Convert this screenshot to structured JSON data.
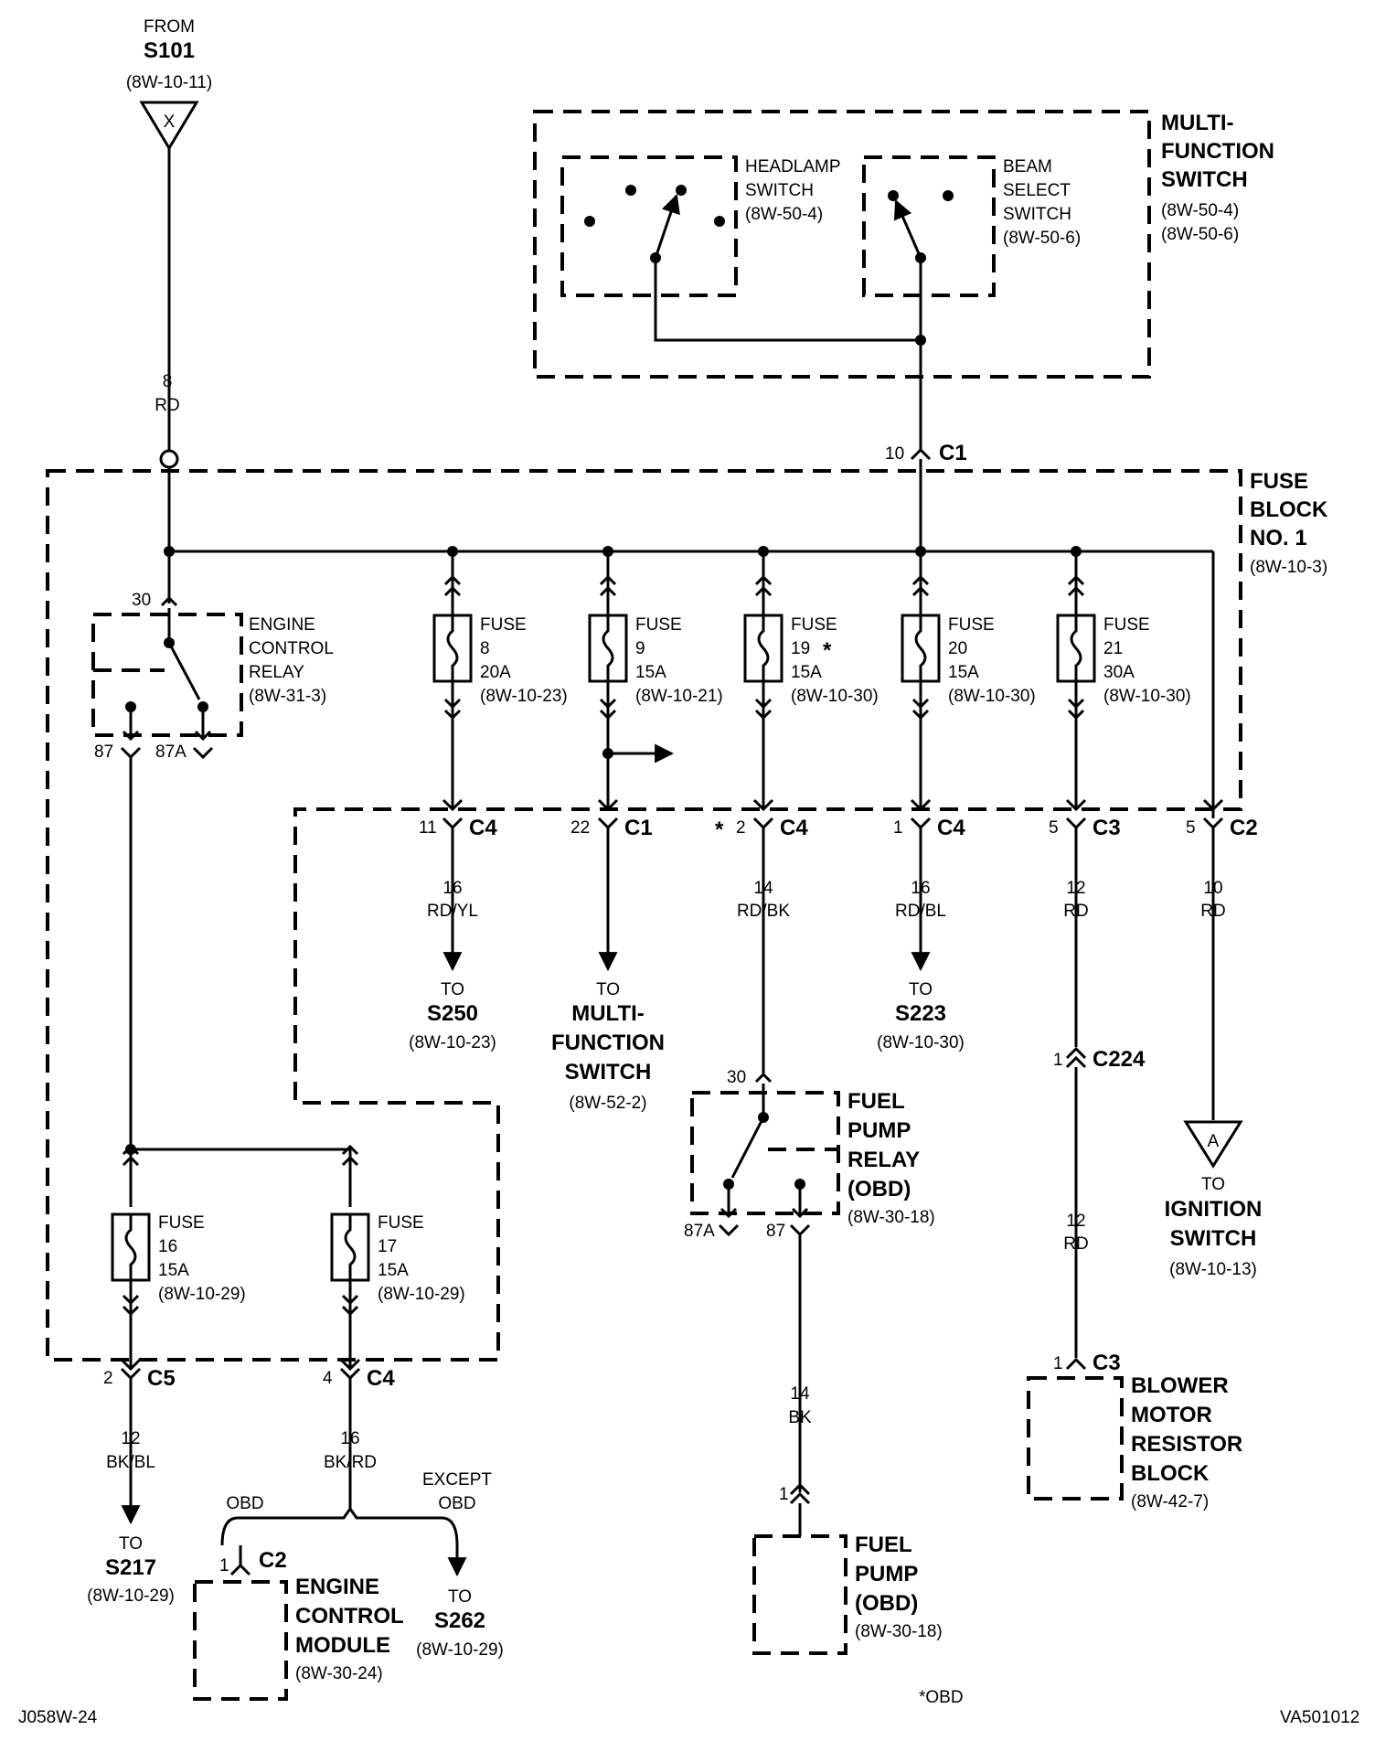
{
  "title": "",
  "source": {
    "from": "FROM",
    "splice": "S101",
    "ref": "(8W-10-11)",
    "symbol": "X",
    "wire_gauge": "8",
    "wire_color": "RD"
  },
  "multifunction_switch": {
    "label": [
      "MULTI-",
      "FUNCTION",
      "SWITCH"
    ],
    "refs": [
      "(8W-50-4)",
      "(8W-50-6)"
    ],
    "headlamp": [
      "HEADLAMP",
      "SWITCH",
      "(8W-50-4)"
    ],
    "beam": [
      "BEAM",
      "SELECT",
      "SWITCH",
      "(8W-50-6)"
    ],
    "conn_pin": "10",
    "conn": "C1"
  },
  "fuse_block": {
    "label": [
      "FUSE",
      "BLOCK",
      "NO. 1"
    ],
    "ref": "(8W-10-3)"
  },
  "ecm_relay": {
    "pin30": "30",
    "label": [
      "ENGINE",
      "CONTROL",
      "RELAY",
      "(8W-31-3)"
    ],
    "pin87": "87",
    "pin87a": "87A"
  },
  "fuses": [
    {
      "lines": [
        "FUSE",
        "8",
        "20A",
        "(8W-10-23)"
      ],
      "star": ""
    },
    {
      "lines": [
        "FUSE",
        "9",
        "15A",
        "(8W-10-21)"
      ],
      "star": ""
    },
    {
      "lines": [
        "FUSE",
        "19",
        "15A",
        "(8W-10-30)"
      ],
      "star": "*"
    },
    {
      "lines": [
        "FUSE",
        "20",
        "15A",
        "(8W-10-30)"
      ],
      "star": ""
    },
    {
      "lines": [
        "FUSE",
        "21",
        "30A",
        "(8W-10-30)"
      ],
      "star": ""
    }
  ],
  "connectors": [
    {
      "star": "",
      "pin": "11",
      "conn": "C4"
    },
    {
      "star": "",
      "pin": "22",
      "conn": "C1"
    },
    {
      "star": "*",
      "pin": "2",
      "conn": "C4"
    },
    {
      "star": "",
      "pin": "1",
      "conn": "C4"
    },
    {
      "star": "",
      "pin": "5",
      "conn": "C3"
    },
    {
      "star": "",
      "pin": "5",
      "conn": "C2"
    }
  ],
  "wires": [
    {
      "gauge": "16",
      "color": "RD/YL"
    },
    {
      "gauge": "14",
      "color": "RD/BK"
    },
    {
      "gauge": "16",
      "color": "RD/BL"
    },
    {
      "gauge": "12",
      "color": "RD"
    },
    {
      "gauge": "10",
      "color": "RD"
    }
  ],
  "destinations": {
    "s250": {
      "to": "TO",
      "name": "S250",
      "ref": "(8W-10-23)"
    },
    "mfs": {
      "to": "TO",
      "lines": [
        "MULTI-",
        "FUNCTION",
        "SWITCH"
      ],
      "ref": "(8W-52-2)"
    },
    "s223": {
      "to": "TO",
      "name": "S223",
      "ref": "(8W-10-30)"
    },
    "ignition": {
      "symbol": "A",
      "to": "TO",
      "lines": [
        "IGNITION",
        "SWITCH"
      ],
      "ref": "(8W-10-13)"
    }
  },
  "c224": {
    "pin": "1",
    "conn": "C224",
    "gauge": "12",
    "color": "RD"
  },
  "blower": {
    "pin": "1",
    "conn": "C3",
    "lines": [
      "BLOWER",
      "MOTOR",
      "RESISTOR",
      "BLOCK"
    ],
    "ref": "(8W-42-7)"
  },
  "fuel_pump_relay": {
    "pin30": "30",
    "lines": [
      "FUEL",
      "PUMP",
      "RELAY",
      "(OBD)"
    ],
    "ref": "(8W-30-18)",
    "pin87a": "87A",
    "pin87": "87"
  },
  "fuel_pump_wire": {
    "gauge": "14",
    "color": "BK",
    "pin": "1"
  },
  "fuel_pump": {
    "lines": [
      "FUEL",
      "PUMP",
      "(OBD)"
    ],
    "ref": "(8W-30-18)"
  },
  "lower_fuses": [
    {
      "lines": [
        "FUSE",
        "16",
        "15A",
        "(8W-10-29)"
      ]
    },
    {
      "lines": [
        "FUSE",
        "17",
        "15A",
        "(8W-10-29)"
      ]
    }
  ],
  "lower_connectors": [
    {
      "pin": "2",
      "conn": "C5",
      "gauge": "12",
      "color": "BK/BL"
    },
    {
      "pin": "4",
      "conn": "C4",
      "gauge": "16",
      "color": "BK/RD"
    }
  ],
  "s217": {
    "to": "TO",
    "name": "S217",
    "ref": "(8W-10-29)"
  },
  "branch": {
    "obd": "OBD",
    "except": [
      "EXCEPT",
      "OBD"
    ]
  },
  "ecm_module": {
    "pin": "1",
    "conn": "C2",
    "lines": [
      "ENGINE",
      "CONTROL",
      "MODULE"
    ],
    "ref": "(8W-30-24)"
  },
  "s262": {
    "to": "TO",
    "name": "S262",
    "ref": "(8W-10-29)"
  },
  "footer": {
    "left": "J058W-24",
    "note": "*OBD",
    "right": "VA501012"
  }
}
